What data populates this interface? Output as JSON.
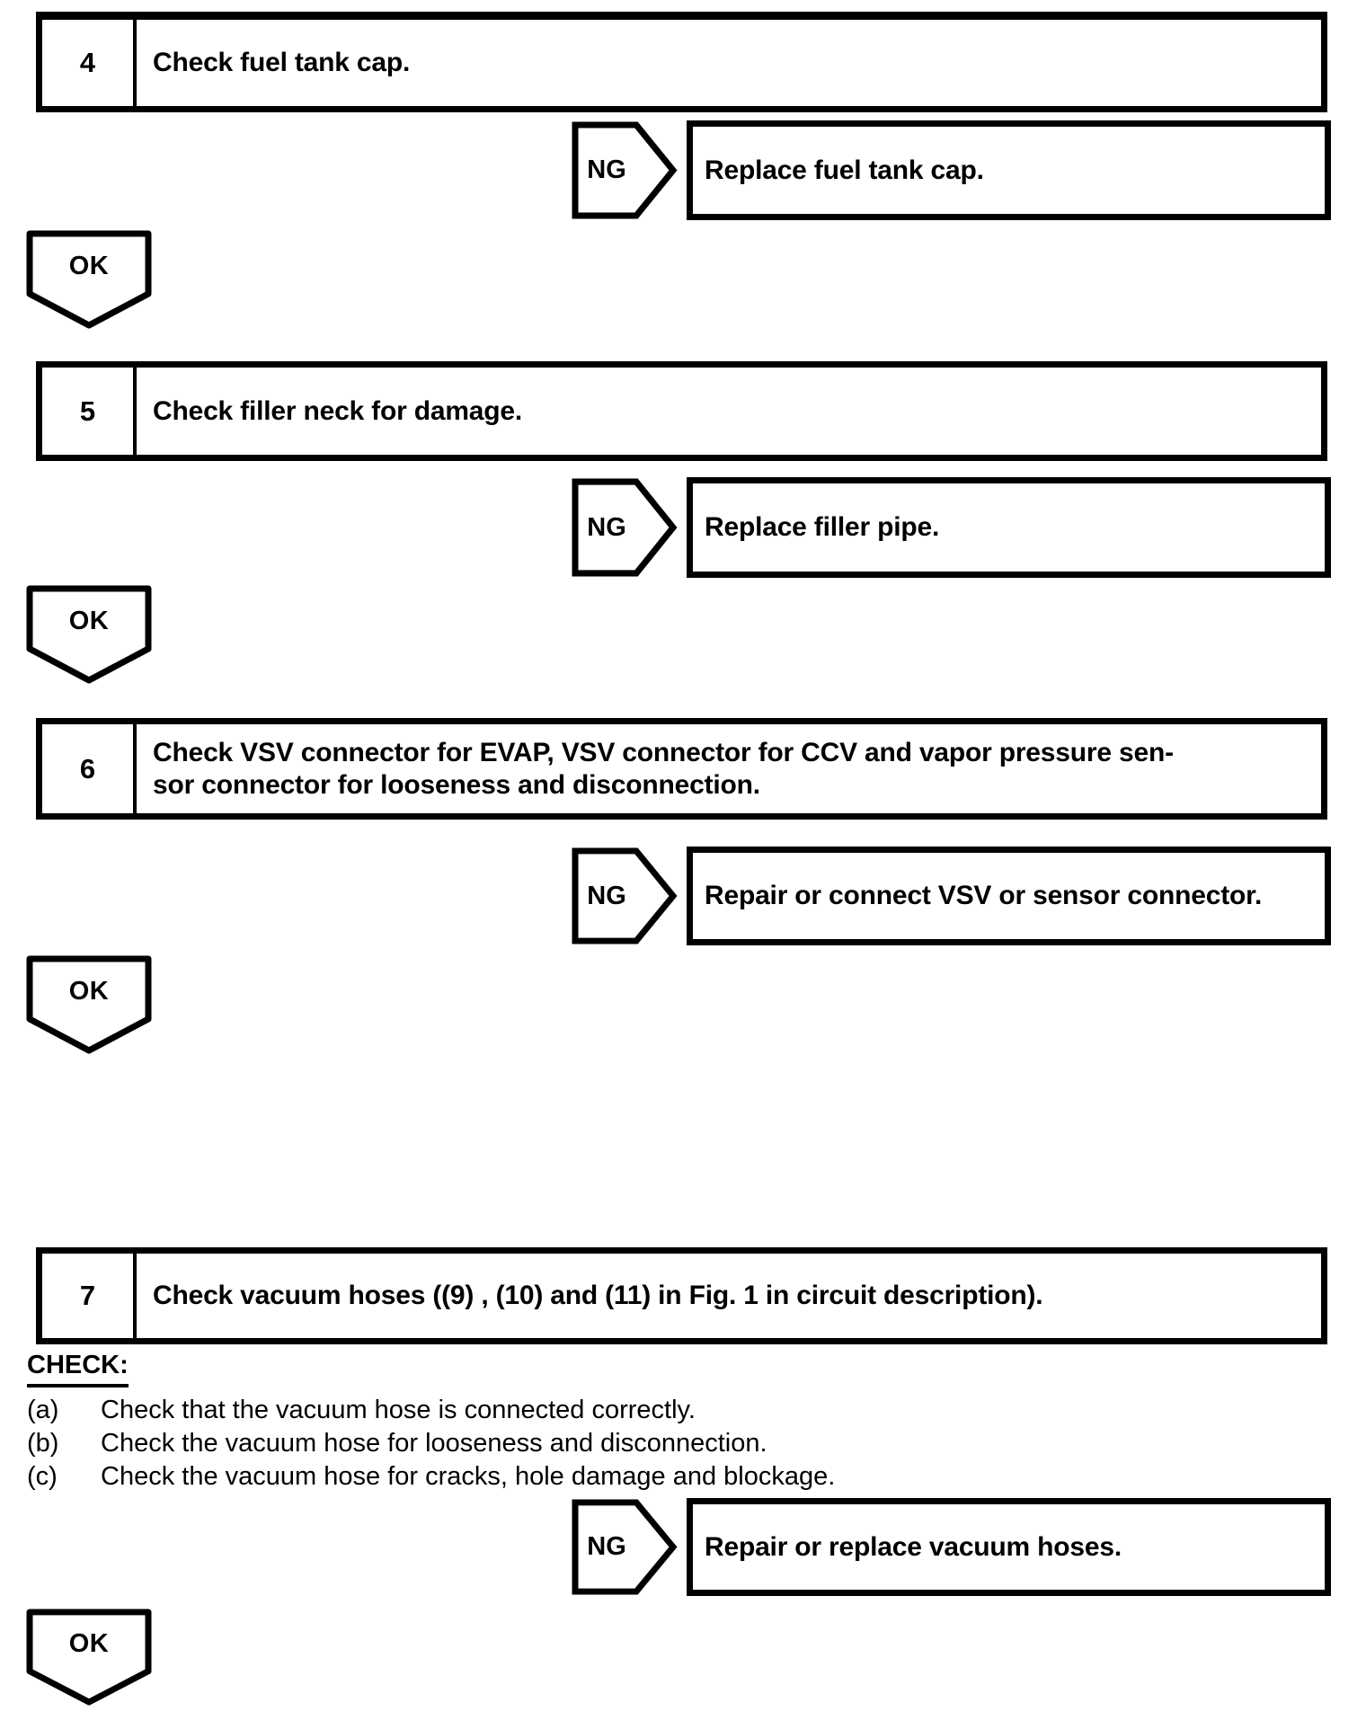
{
  "page": {
    "background_color": "#ffffff",
    "ink_color": "#000000"
  },
  "steps": [
    {
      "number": "4",
      "title": "Check fuel tank cap.",
      "ng": {
        "label": "NG",
        "action": "Replace fuel tank cap."
      },
      "ok": {
        "label": "OK"
      }
    },
    {
      "number": "5",
      "title": "Check filler neck for damage.",
      "ng": {
        "label": "NG",
        "action": "Replace filler pipe."
      },
      "ok": {
        "label": "OK"
      }
    },
    {
      "number": "6",
      "title": "Check VSV connector for EVAP, VSV connector for CCV and vapor pressure sen-\nsor connector for looseness and disconnection.",
      "ng": {
        "label": "NG",
        "action": "Repair or connect VSV or sensor connector."
      },
      "ok": {
        "label": "OK"
      }
    },
    {
      "number": "7",
      "title": "Check vacuum hoses ((9) , (10) and (11) in Fig. 1 in circuit description).",
      "check": {
        "heading": "CHECK:",
        "items": [
          {
            "label": "(a)",
            "text": "Check that the vacuum hose is connected correctly."
          },
          {
            "label": "(b)",
            "text": "Check the vacuum hose for looseness and disconnection."
          },
          {
            "label": "(c)",
            "text": "Check the vacuum hose for cracks, hole damage and blockage."
          }
        ]
      },
      "ng": {
        "label": "NG",
        "action": "Repair or replace vacuum hoses."
      },
      "ok": {
        "label": "OK"
      }
    }
  ]
}
